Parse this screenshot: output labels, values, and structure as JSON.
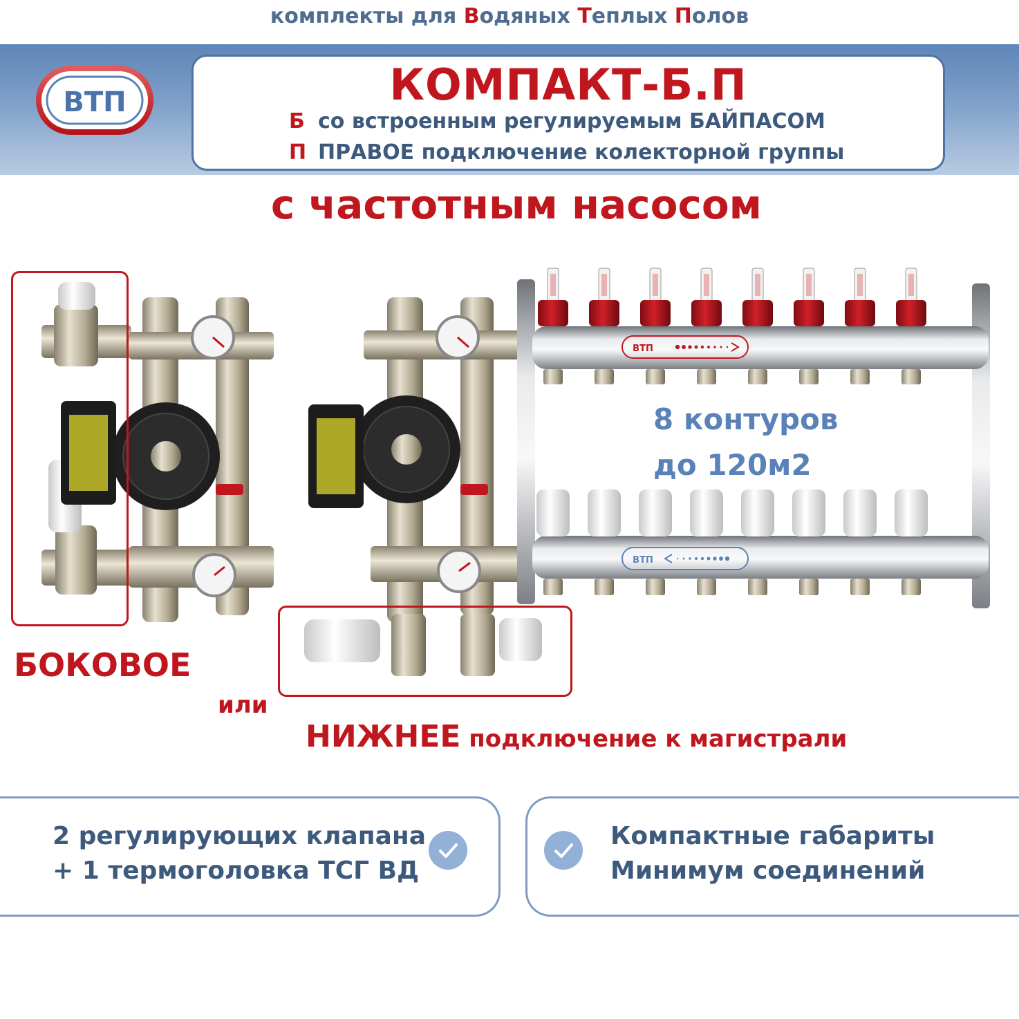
{
  "header": {
    "tagline": {
      "p1": "комплекты для ",
      "h1": "В",
      "p2": "одяных ",
      "h2": "Т",
      "p3": "еплых ",
      "h3": "П",
      "p4": "олов"
    },
    "logo_text": "ВТП",
    "title": "КОМПАКТ-Б.П",
    "sub1": {
      "letter": "Б",
      "text": "со встроенным регулируемым БАЙПАСОМ"
    },
    "sub2": {
      "letter": "П",
      "text": "ПРАВОЕ подключение колекторной группы"
    }
  },
  "pump_title": "с частотным насосом",
  "product": {
    "manifold_logo": "ВТП",
    "circuits_line1": "8 контуров",
    "circuits_line2": "до 120м2",
    "label_side": "БОКОВОЕ",
    "label_or": "или",
    "label_bottom": "НИЖНЕЕ",
    "label_bottom_rest": " подключение к магистрали",
    "outlets": 8
  },
  "features": {
    "card1": {
      "line1": "2 регулирующих клапана",
      "line2": "+ 1 термоголовка ТСГ ВД",
      "icon": "check-icon"
    },
    "card2": {
      "line1": "Компактные габариты",
      "line2": "Минимум соединений",
      "icon": "check-icon"
    }
  },
  "colors": {
    "accent_red": "#c0161d",
    "text_blue": "#3d5a7c",
    "band_blue": "#5f86b8"
  }
}
